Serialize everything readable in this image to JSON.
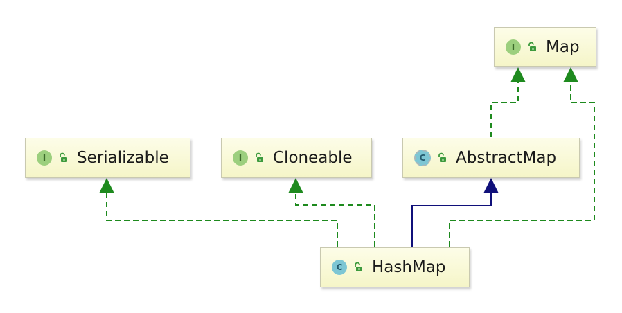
{
  "nodes": {
    "map": {
      "name": "Map",
      "kind": "I",
      "kind_icon": "interface-icon"
    },
    "serializable": {
      "name": "Serializable",
      "kind": "I",
      "kind_icon": "interface-icon"
    },
    "cloneable": {
      "name": "Cloneable",
      "kind": "I",
      "kind_icon": "interface-icon"
    },
    "abstractmap": {
      "name": "AbstractMap",
      "kind": "C",
      "kind_icon": "abstract-class-icon"
    },
    "hashmap": {
      "name": "HashMap",
      "kind": "C",
      "kind_icon": "class-icon"
    }
  },
  "edges": [
    {
      "from": "HashMap",
      "to": "Serializable",
      "type": "implements"
    },
    {
      "from": "HashMap",
      "to": "Cloneable",
      "type": "implements"
    },
    {
      "from": "HashMap",
      "to": "AbstractMap",
      "type": "extends"
    },
    {
      "from": "HashMap",
      "to": "Map",
      "type": "implements"
    },
    {
      "from": "AbstractMap",
      "to": "Map",
      "type": "implements"
    }
  ],
  "colors": {
    "implements": "#1e8a1e",
    "extends": "#10107a",
    "node_fill": "#f8f8d2",
    "interface_badge": "#9ccf7e",
    "class_badge": "#7dc6d4"
  }
}
